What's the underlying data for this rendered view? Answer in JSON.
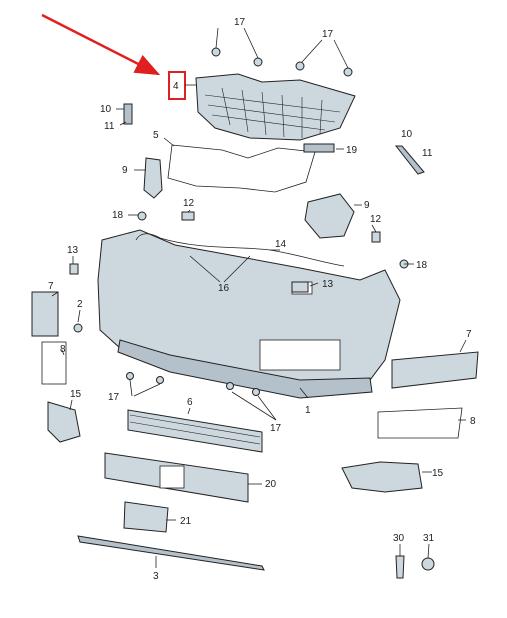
{
  "callouts": {
    "c1": "1",
    "c2": "2",
    "c3": "3",
    "c4": "4",
    "c5": "5",
    "c6": "6",
    "c7a": "7",
    "c7b": "7",
    "c8a": "8",
    "c8b": "8",
    "c9a": "9",
    "c9b": "9",
    "c10a": "10",
    "c10b": "10",
    "c11a": "11",
    "c11b": "11",
    "c12a": "12",
    "c12b": "12",
    "c13a": "13",
    "c13b": "13",
    "c14": "14",
    "c15a": "15",
    "c15b": "15",
    "c16": "16",
    "c17a": "17",
    "c17b": "17",
    "c17c": "17",
    "c17d": "17",
    "c18a": "18",
    "c18b": "18",
    "c19": "19",
    "c20": "20",
    "c21": "21",
    "c30": "30",
    "c31": "31"
  },
  "colors": {
    "part_fill": "#cdd7de",
    "highlight": "#e02020"
  }
}
